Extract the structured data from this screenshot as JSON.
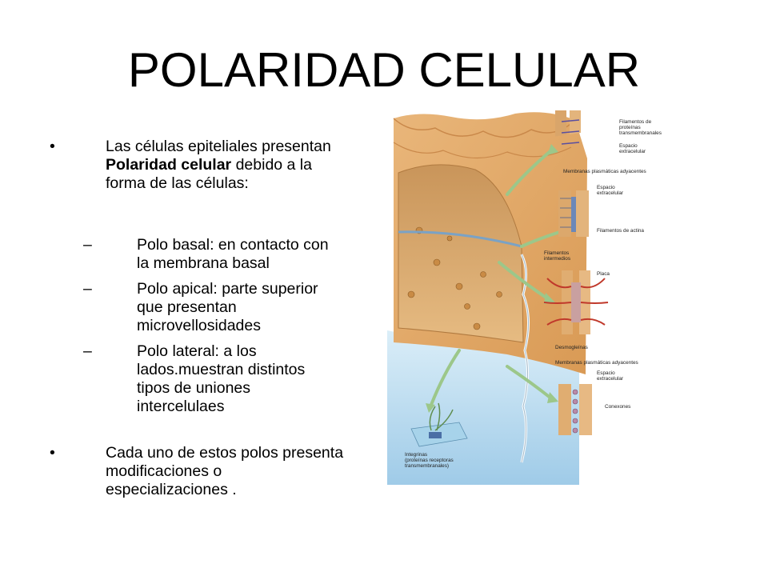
{
  "slide": {
    "title": "POLARIDAD CELULAR",
    "intro": {
      "marker": "•",
      "pre": "Las células epiteliales presentan ",
      "bold": "Polaridad celular",
      "post": " debido a la forma de las células:"
    },
    "subitems": [
      {
        "marker": "–",
        "text": "Polo basal: en contacto con la membrana basal"
      },
      {
        "marker": "–",
        "text": "Polo apical: parte superior que presentan microvellosidades"
      },
      {
        "marker": "–",
        "text": "Polo lateral: a los lados.muestran distintos tipos de uniones intercelulaes"
      }
    ],
    "closing": {
      "marker": "•",
      "text": "Cada uno de estos polos presenta modificaciones o especializaciones ."
    }
  },
  "figure": {
    "labels": {
      "filamentos_transmembranales": [
        "Filamentos de",
        "proteínas",
        "transmembranales"
      ],
      "espacio_1": [
        "Espacio",
        "extracelular"
      ],
      "membranas_1": "Membranas plasmáticas adyacentes",
      "espacio_2": [
        "Espacio",
        "extracelular"
      ],
      "filamentos_actina": "Filamentos de actina",
      "filamentos_intermedios": [
        "Filamentos",
        "intermedios"
      ],
      "placa": "Placa",
      "desmogleinas": "Desmogleínas",
      "membranas_2": "Membranas plasmáticas adyacentes",
      "espacio_3": [
        "Espacio",
        "extracelular"
      ],
      "conexones": "Conexones",
      "integrinas": [
        "Integrinas",
        "(proteínas receptoras",
        "transmembranales)"
      ]
    }
  }
}
